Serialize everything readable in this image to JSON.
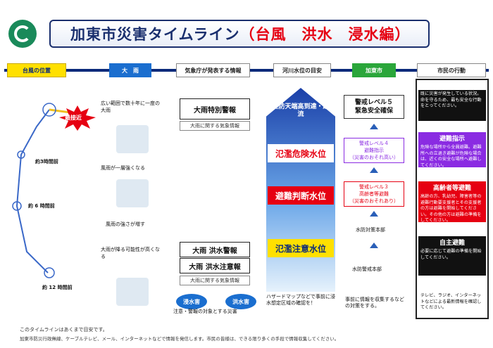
{
  "header": {
    "title_main": "加東市災害タイムライン",
    "title_sub": "（台風　洪水　浸水編）"
  },
  "columns": {
    "typhoon": "台風の位置",
    "rain": "大　雨",
    "jma": "気象庁が発表する情報",
    "river": "河川水位の目安",
    "city": "加東市",
    "citizen": "市民の行動"
  },
  "typhoon": {
    "approach": "最接近",
    "h3": "約3時間前",
    "h6": "約 6 時間前",
    "h12": "約 12 時間前"
  },
  "rain": {
    "r1": "広い範囲で数十年に一度の大雨",
    "r2": "風雨が一層強くなる",
    "r3": "風雨の強さが増す",
    "r4": "大雨が降る可能性が高くなる"
  },
  "jma": {
    "special": "大雨特別警報",
    "special_sub": "大雨に関する気象情報",
    "warning": "大雨 洪水警報",
    "advisory": "大雨 洪水注意報",
    "info": "大雨に関する気象情報",
    "badge1": "浸水害",
    "badge2": "洪水害",
    "target": "注意・警報の対象とする災害"
  },
  "river": {
    "top": "堤防天端高到達・越流",
    "danger": "氾濫危険水位",
    "evac": "避難判断水位",
    "caution": "氾濫注意水位",
    "bottom": "ハザードマップなどで事前に浸水想定区域の確認を！"
  },
  "city": {
    "lv5_title": "警戒レベル５",
    "lv5_sub": "緊急安全確保",
    "lv4_title": "警戒レベル４",
    "lv4_sub": "避難指示",
    "lv4_note": "（災害のおそれ高い）",
    "lv3_title": "警戒レベル３",
    "lv3_sub": "高齢者等避難",
    "lv3_note": "（災害のおそれあり）",
    "hq": "水防対策本部",
    "standby": "水防警戒本部",
    "bottom": "事前に情報を収集するなどの対策をする。"
  },
  "citizen": {
    "top_text": "既に災害が発生している状況。命を守るため、最も安全な行動をとってください。",
    "evac_head": "避難指示",
    "evac_text": "危険な場所から全員避難。避難所への立退き避難が危険な場合は、近くの安全な場所へ避難してください。",
    "elderly_head": "高齢者等避難",
    "elderly_text": "高齢の方、乳幼児、障害者等の避難行動要支援者とその支援者の方は避難を開始してください。その他の方は避難の準備をしてください。",
    "self_head": "自主避難",
    "self_text": "必要に応じて避難の準備を開始してください。",
    "bottom_text": "テレビ、ラジオ、インターネットなどによる最新情報を確認してください。"
  },
  "footer": {
    "line1": "このタイムラインはあくまで目安です。",
    "line2": "加東市防災行政無線、ケーブルテレビ、メール、インターネットなどで情報を発信します。市民の皆様は、できる限り多くの手段で情報収集してください。"
  }
}
